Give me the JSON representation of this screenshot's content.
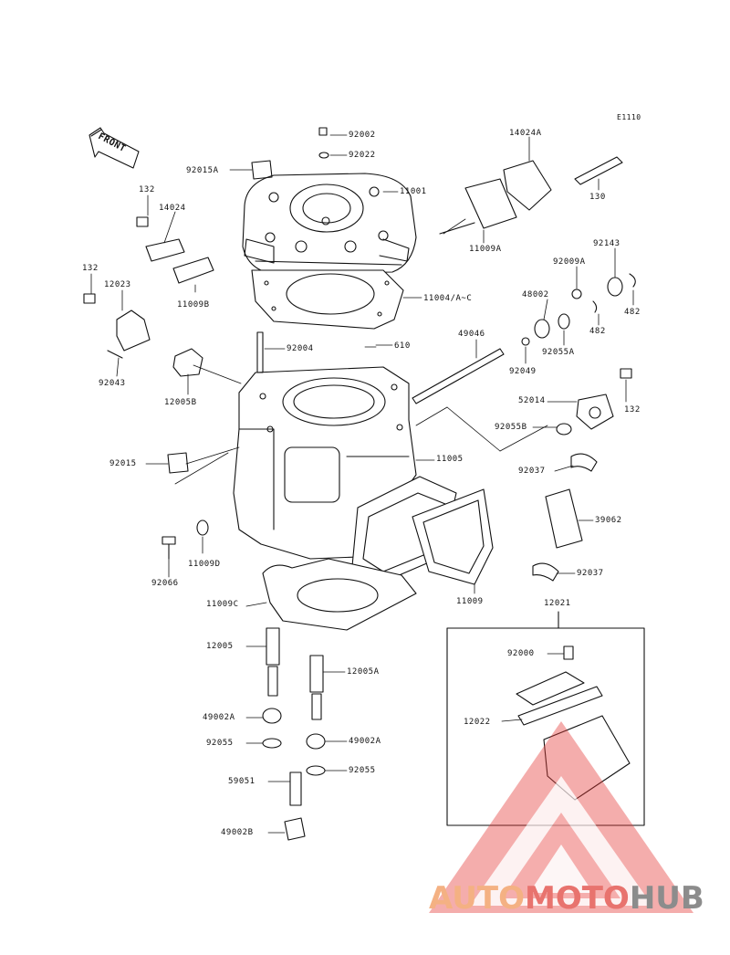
{
  "diagram_code": "E1110",
  "front_arrow": "FRONT",
  "parts": [
    {
      "id": "p92002",
      "label": "92002"
    },
    {
      "id": "p92022",
      "label": "92022"
    },
    {
      "id": "p92015A",
      "label": "92015A"
    },
    {
      "id": "p11001",
      "label": "11001"
    },
    {
      "id": "p14024A",
      "label": "14024A"
    },
    {
      "id": "p130",
      "label": "130"
    },
    {
      "id": "p132a",
      "label": "132"
    },
    {
      "id": "p14024",
      "label": "14024"
    },
    {
      "id": "p11009A",
      "label": "11009A"
    },
    {
      "id": "p132b",
      "label": "132"
    },
    {
      "id": "p12023",
      "label": "12023"
    },
    {
      "id": "p11009B",
      "label": "11009B"
    },
    {
      "id": "p11004",
      "label": "11004/A~C"
    },
    {
      "id": "p92009A",
      "label": "92009A"
    },
    {
      "id": "p92143",
      "label": "92143"
    },
    {
      "id": "p48002",
      "label": "48002"
    },
    {
      "id": "p482a",
      "label": "482"
    },
    {
      "id": "p482b",
      "label": "482"
    },
    {
      "id": "p92004",
      "label": "92004"
    },
    {
      "id": "p610",
      "label": "610"
    },
    {
      "id": "p49046",
      "label": "49046"
    },
    {
      "id": "p92055A",
      "label": "92055A"
    },
    {
      "id": "p92043",
      "label": "92043"
    },
    {
      "id": "p92049",
      "label": "92049"
    },
    {
      "id": "p132c",
      "label": "132"
    },
    {
      "id": "p12005B",
      "label": "12005B"
    },
    {
      "id": "p52014",
      "label": "52014"
    },
    {
      "id": "p92055B",
      "label": "92055B"
    },
    {
      "id": "p11005",
      "label": "11005"
    },
    {
      "id": "p92015",
      "label": "92015"
    },
    {
      "id": "p92037a",
      "label": "92037"
    },
    {
      "id": "p39062",
      "label": "39062"
    },
    {
      "id": "p92066",
      "label": "92066"
    },
    {
      "id": "p11009D",
      "label": "11009D"
    },
    {
      "id": "p92037b",
      "label": "92037"
    },
    {
      "id": "p11009C",
      "label": "11009C"
    },
    {
      "id": "p11009",
      "label": "11009"
    },
    {
      "id": "p12021",
      "label": "12021"
    },
    {
      "id": "p12005",
      "label": "12005"
    },
    {
      "id": "p92000",
      "label": "92000"
    },
    {
      "id": "p12005A",
      "label": "12005A"
    },
    {
      "id": "p12022",
      "label": "12022"
    },
    {
      "id": "p49002A",
      "label": "49002A"
    },
    {
      "id": "p49002Ab",
      "label": "49002A"
    },
    {
      "id": "p92055a",
      "label": "92055"
    },
    {
      "id": "p92055b",
      "label": "92055"
    },
    {
      "id": "p59051",
      "label": "59051"
    },
    {
      "id": "p49002B",
      "label": "49002B"
    }
  ],
  "watermark": {
    "parts": [
      "AUTO",
      "MOTO",
      "HUB"
    ],
    "colors": [
      "#f4b183",
      "#e8736e",
      "#8c8c8c"
    ],
    "triangle_color": "#e53935"
  }
}
